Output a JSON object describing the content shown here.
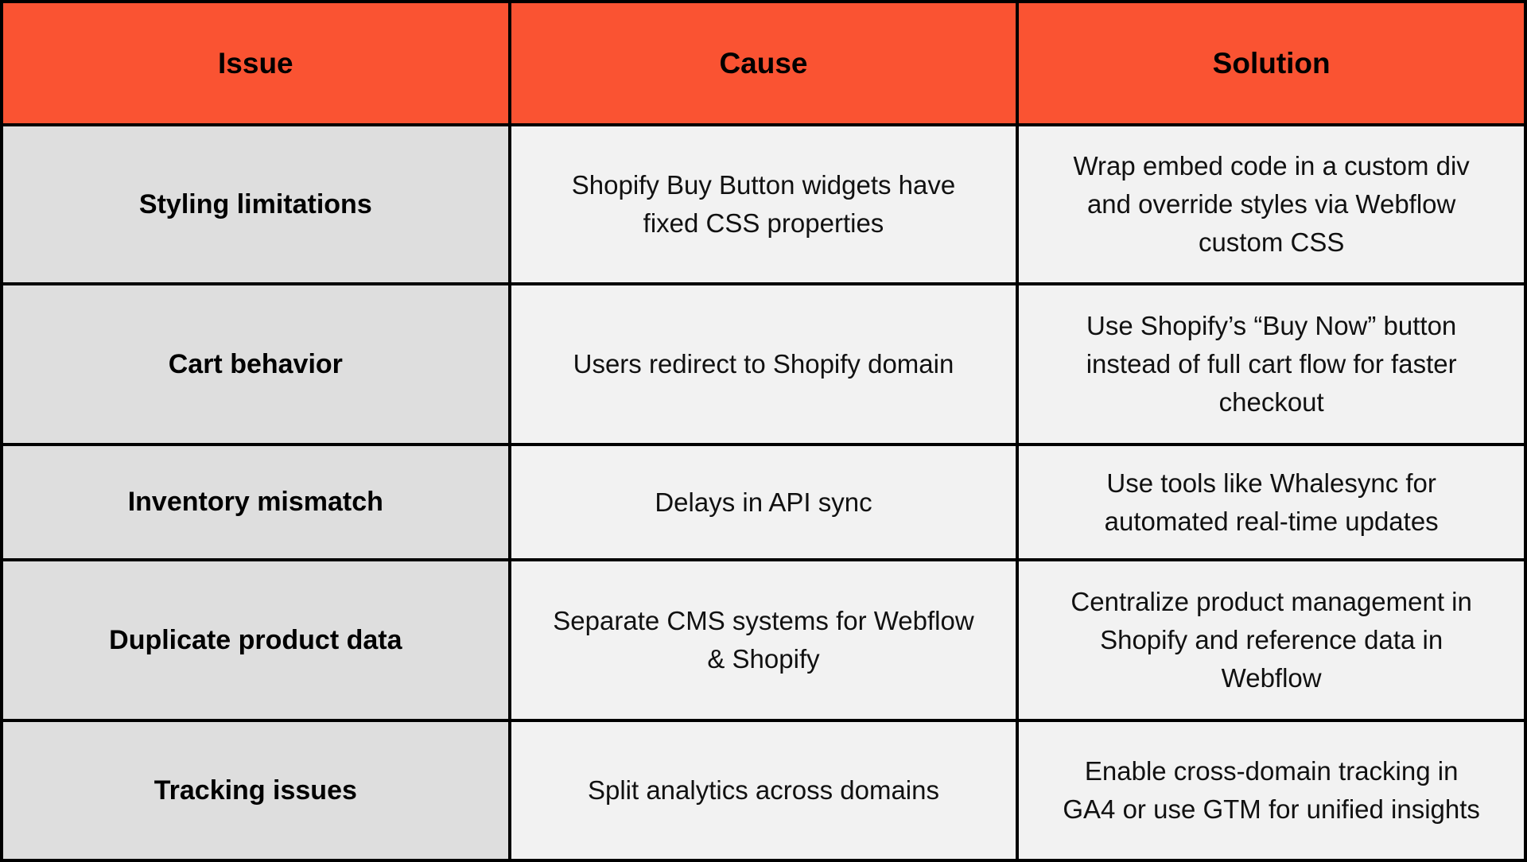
{
  "table": {
    "title": "Webflow + Shopify issues table",
    "colors": {
      "header_bg": "#FA5332",
      "issue_column_bg": "#DEDEDE",
      "cell_bg": "#F2F2F2",
      "border": "#000000"
    },
    "headers": {
      "issue": "Issue",
      "cause": "Cause",
      "solution": "Solution"
    },
    "rows": [
      {
        "issue": "Styling limitations",
        "cause": "Shopify Buy Button widgets have fixed CSS properties",
        "solution": "Wrap embed code in a custom div and override styles via Webflow custom CSS"
      },
      {
        "issue": "Cart behavior",
        "cause": "Users redirect to Shopify domain",
        "solution": "Use Shopify’s “Buy Now” button instead of full cart flow for faster checkout"
      },
      {
        "issue": "Inventory mismatch",
        "cause": "Delays in API sync",
        "solution": "Use tools like Whalesync for automated real-time updates"
      },
      {
        "issue": "Duplicate product data",
        "cause": "Separate CMS systems for Webflow & Shopify",
        "solution": "Centralize product management in Shopify and reference data in Webflow"
      },
      {
        "issue": "Tracking issues",
        "cause": "Split analytics across domains",
        "solution": "Enable cross-domain tracking in GA4 or use GTM for unified insights"
      }
    ]
  }
}
